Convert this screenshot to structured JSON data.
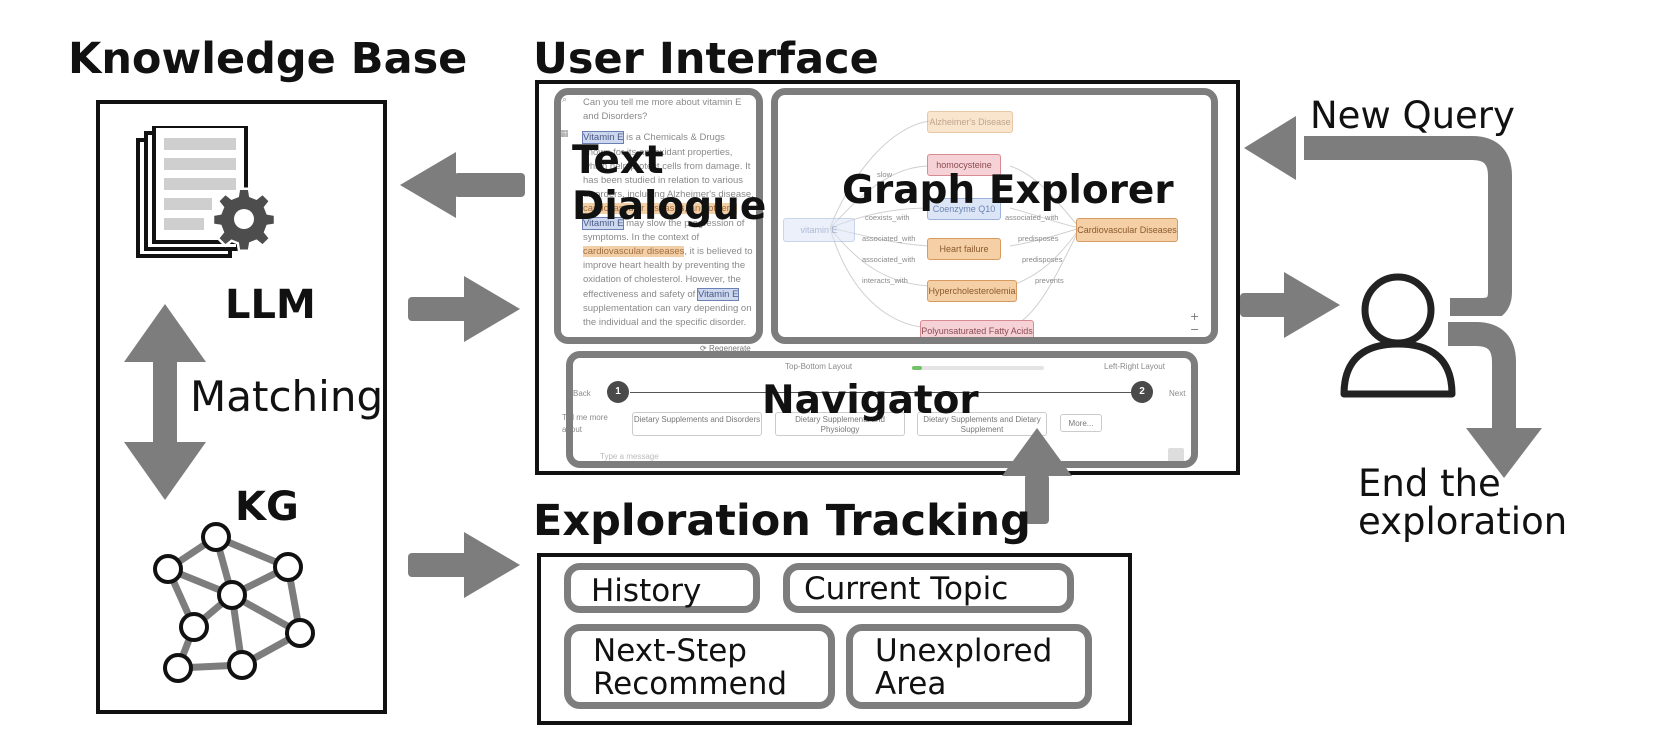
{
  "titles": {
    "knowledge_base": "Knowledge Base",
    "user_interface": "User Interface",
    "exploration_tracking": "Exploration Tracking"
  },
  "knowledge_base": {
    "llm_label": "LLM",
    "kg_label": "KG",
    "matching_label": "Matching"
  },
  "user_interface": {
    "text_dialogue_label_line1": "Text",
    "text_dialogue_label_line2": "Dialogue",
    "graph_explorer_label": "Graph Explorer",
    "navigator_label": "Navigator",
    "dialogue": {
      "question_line1": "Can you tell me more about vitamin E",
      "question_line2": "and Disorders?",
      "lines": [
        "is a Chemicals & Drugs",
        "known for its antioxidant properties,",
        "which help protect cells from damage. It",
        "has been studied in relation to various",
        "disorders, including Alzheimer's disease,",
        "cardiovascular diseases, and others.",
        "may slow the progression of",
        "symptoms. In the context of",
        ", it is believed to",
        "improve heart health by preventing the",
        "oxidation of cholesterol. However, the",
        "effectiveness and safety of",
        "supplementation can vary depending on",
        "the individual and the specific disorder."
      ],
      "entity_vitamin_e": "Vitamin E",
      "entity_cardio": "cardiovascular diseases",
      "regenerate": "Regenerate"
    },
    "graph": {
      "nodes": {
        "alzheimers": "Alzheimer's Disease",
        "homocysteine": "homocysteine",
        "coenzyme": "Coenzyme Q10",
        "vitamin_e": "vitamin E",
        "heart_failure": "Heart failure",
        "hypercholesterolemia": "Hypercholesterolemia",
        "cardiovascular": "Cardiovascular Diseases",
        "pufa": "Polyunsaturated Fatty Acids"
      },
      "edges": {
        "slow": "slow",
        "coexists_with": "coexists_with",
        "associated_with_1": "associated_with",
        "associated_with_2": "associated_with",
        "interacts_with": "interacts_with",
        "associated_with_3": "associated_with",
        "predisposes_1": "predisposes",
        "predisposes_2": "predisposes",
        "prevents": "prevents"
      },
      "zoom_in": "+",
      "zoom_out": "−"
    },
    "navigator": {
      "layout_left": "Top-Bottom Layout",
      "layout_right": "Left-Right Layout",
      "back": "Back",
      "next": "Next",
      "step_1": "1",
      "step_2": "2",
      "prompt": "Tell me more about",
      "chip_1": "Dietary Supplements and Disorders",
      "chip_2": "Dietary Supplements and Physiology",
      "chip_3": "Dietary Supplements and Dietary Supplement",
      "more": "More...",
      "input_placeholder": "Type a message"
    }
  },
  "exploration_tracking": {
    "history": "History",
    "current_topic": "Current Topic",
    "next_step_line1": "Next-Step",
    "next_step_line2": "Recommend",
    "unexplored_line1": "Unexplored",
    "unexplored_line2": "Area"
  },
  "user_flow": {
    "new_query": "New Query",
    "end_line1": "End the",
    "end_line2": "exploration"
  },
  "colors": {
    "arrow_gray": "#7d7d7d",
    "frame_gray": "#7d7d7d",
    "entity_blue": "#cdd8ef",
    "entity_orange": "#f3cfa8",
    "node_pink": "#f6d2d6"
  }
}
